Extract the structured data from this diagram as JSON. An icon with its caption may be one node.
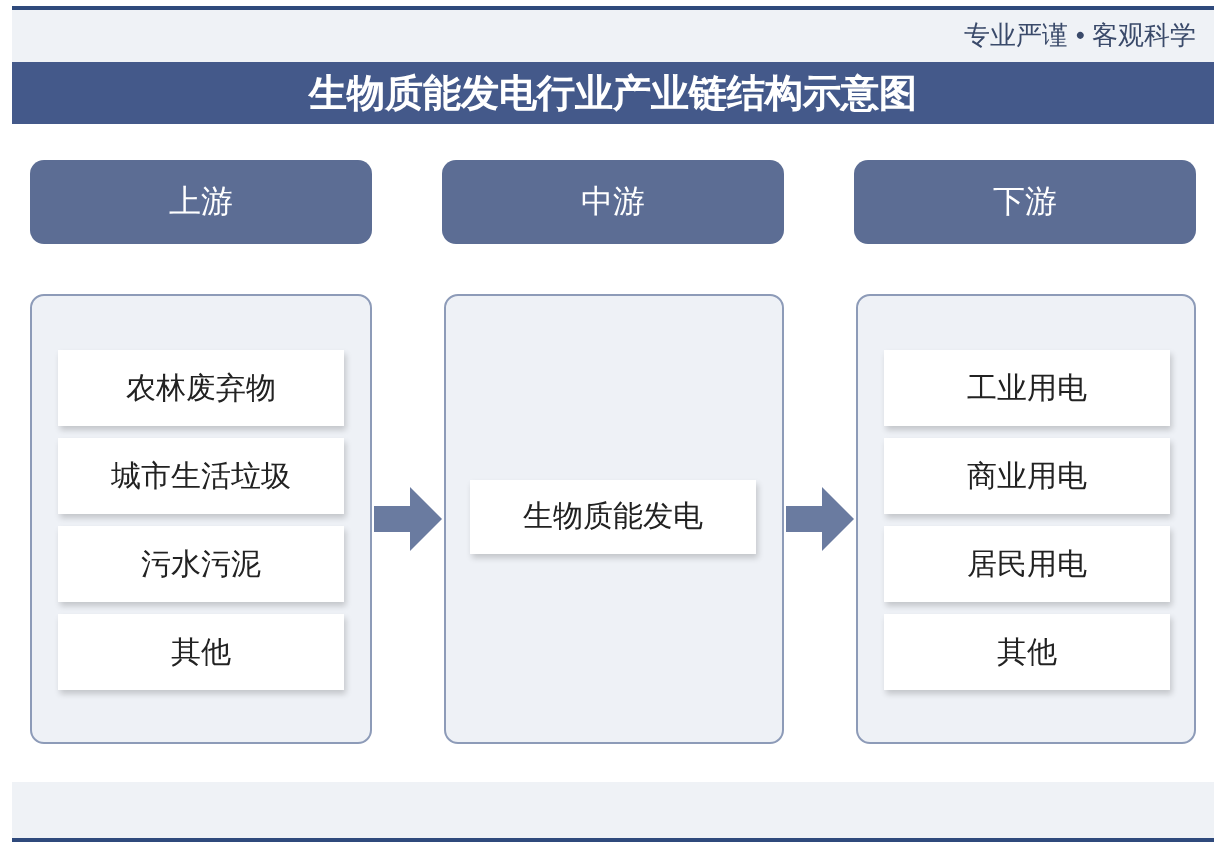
{
  "diagram": {
    "title": "生物质能发电行业产业链结构示意图",
    "nodes": [
      {
        "text": [
          "上游"
        ]
      },
      {
        "text": [
          "中游"
        ]
      },
      {
        "text": [
          "下游"
        ]
      },
      {
        "text": [],
        "shape": "box"
      },
      {
        "text": [
          "农林废弃物"
        ],
        "in": 3
      },
      {
        "text": [
          "城市生活垃圾"
        ],
        "in": 3
      },
      {
        "text": [
          "污水污泥"
        ],
        "in": 3
      },
      {
        "text": [
          "其他"
        ],
        "in": 3
      },
      {
        "text": [],
        "shape": "box"
      },
      {
        "text": [
          "生物质能发电"
        ],
        "in": 8
      },
      {
        "text": [],
        "shape": "box"
      },
      {
        "text": [
          "工业用电"
        ],
        "in": 10
      },
      {
        "text": [
          "商业用电"
        ],
        "in": 10
      },
      {
        "text": [
          "居民用电"
        ],
        "in": 10
      },
      {
        "text": [
          "其他"
        ],
        "in": 10
      }
    ],
    "edges": [
      {
        "from": 3,
        "to": 8,
        "arrow": "to"
      },
      {
        "from": 8,
        "to": 10,
        "arrow": "to"
      }
    ],
    "labels": [
      "专业严谨 • 客观科学"
    ]
  }
}
